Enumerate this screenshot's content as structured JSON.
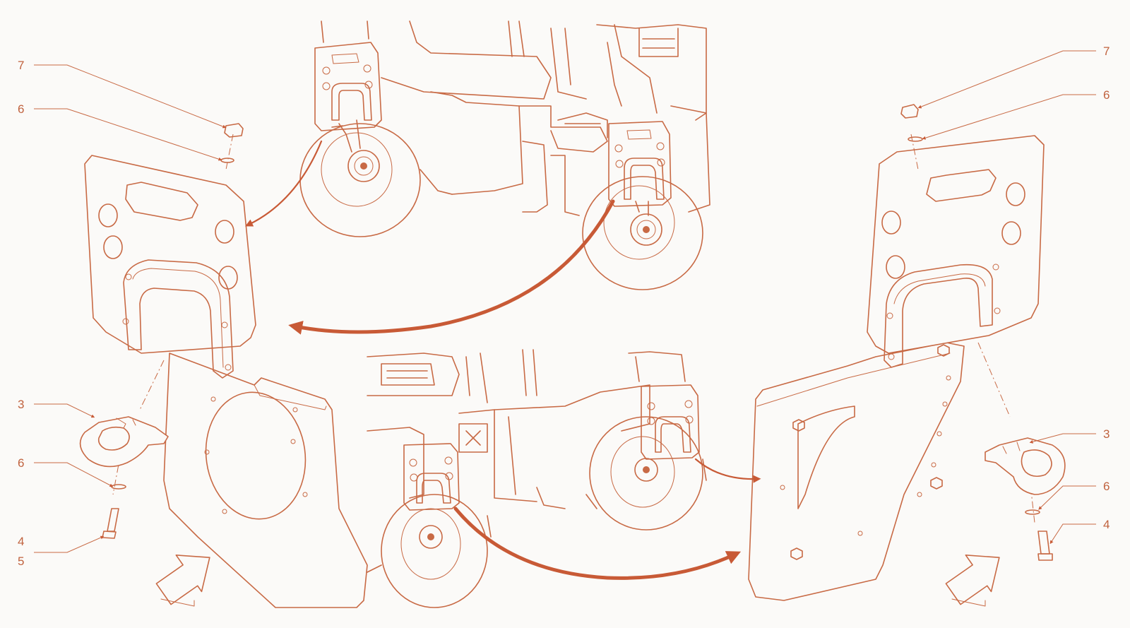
{
  "colors": {
    "line": "#c86a45",
    "arrow": "#c85a36",
    "background": "#fbfaf8"
  },
  "callouts": [
    {
      "id": "7-left",
      "label": "7"
    },
    {
      "id": "6-left-top",
      "label": "6"
    },
    {
      "id": "3-left",
      "label": "3"
    },
    {
      "id": "6-left-bottom",
      "label": "6"
    },
    {
      "id": "4-left",
      "label": "4"
    },
    {
      "id": "5-left",
      "label": "5"
    },
    {
      "id": "7-right",
      "label": "7"
    },
    {
      "id": "6-right-top",
      "label": "6"
    },
    {
      "id": "3-right",
      "label": "3"
    },
    {
      "id": "6-right-bottom",
      "label": "6"
    },
    {
      "id": "4-right",
      "label": "4"
    }
  ]
}
